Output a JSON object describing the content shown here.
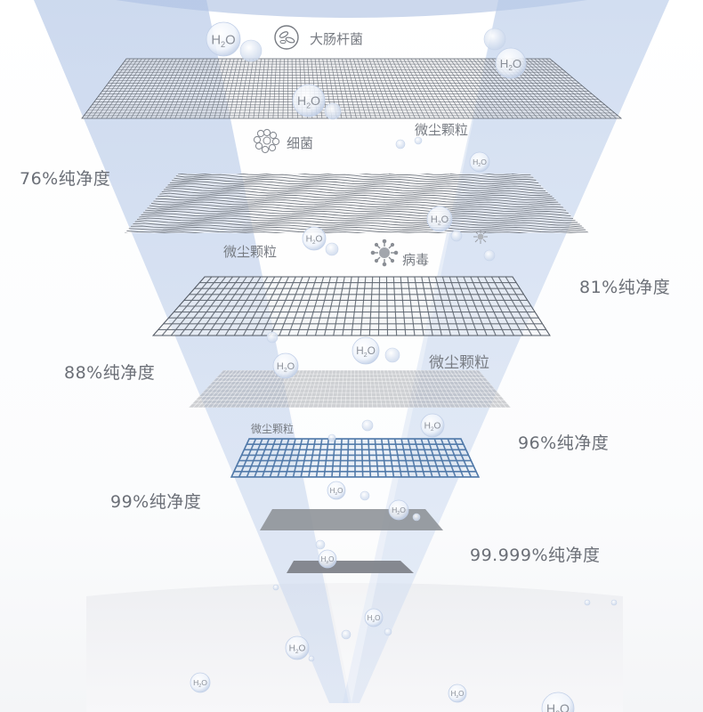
{
  "purity_labels": {
    "p76": "76%纯净度",
    "p81": "81%纯净度",
    "p88": "88%纯净度",
    "p96": "96%纯净度",
    "p99": "99%纯净度",
    "p99999": "99.999%纯净度"
  },
  "contaminants": {
    "ecoli": "大肠杆菌",
    "bacteria": "细菌",
    "dust_1": "微尘颗粒",
    "dust_2": "微尘颗粒",
    "virus": "病毒",
    "dust_3": "微尘颗粒",
    "dust_4": "微尘颗粒"
  },
  "molecule": {
    "symbol": "H",
    "subscript": "2",
    "suffix": "O"
  },
  "icons": {
    "ecoli": "ecoli-icon",
    "bacteria": "bacteria-icon",
    "virus": "virus-icon"
  },
  "colors": {
    "funnel_blue": "#c9d7ee",
    "mesh_gray": "#5f6670",
    "mesh_blue": "#4f78a8",
    "text_gray": "#6b6f77"
  }
}
